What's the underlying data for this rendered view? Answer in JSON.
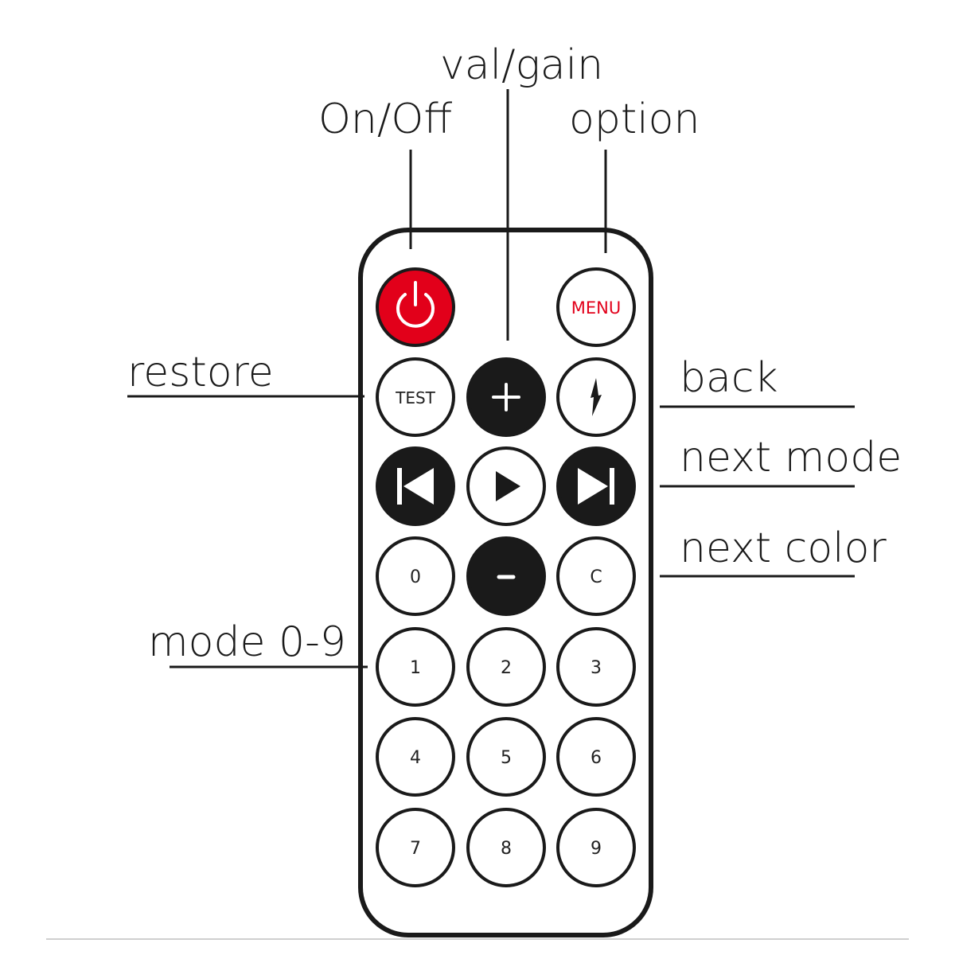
{
  "callouts": {
    "val_gain": "val/gain",
    "on_off": "On/Off",
    "option": "option",
    "restore": "restore",
    "back": "back",
    "next_mode": "next mode",
    "next_color": "next color",
    "mode_0_9": "mode 0-9"
  },
  "buttons": {
    "menu": "MENU",
    "test": "TEST",
    "zero": "0",
    "c": "C",
    "num1": "1",
    "num2": "2",
    "num3": "3",
    "num4": "4",
    "num5": "5",
    "num6": "6",
    "num7": "7",
    "num8": "8",
    "num9": "9"
  },
  "icons": {
    "power": "power-icon",
    "plus": "plus-icon",
    "back": "back-arrow-icon",
    "previous": "skip-previous-icon",
    "play": "play-icon",
    "next": "skip-next-icon",
    "minus": "minus-icon"
  },
  "colors": {
    "power_red": "#e2001a",
    "menu_text_red": "#e2001a",
    "ink": "#1a1a1a"
  }
}
